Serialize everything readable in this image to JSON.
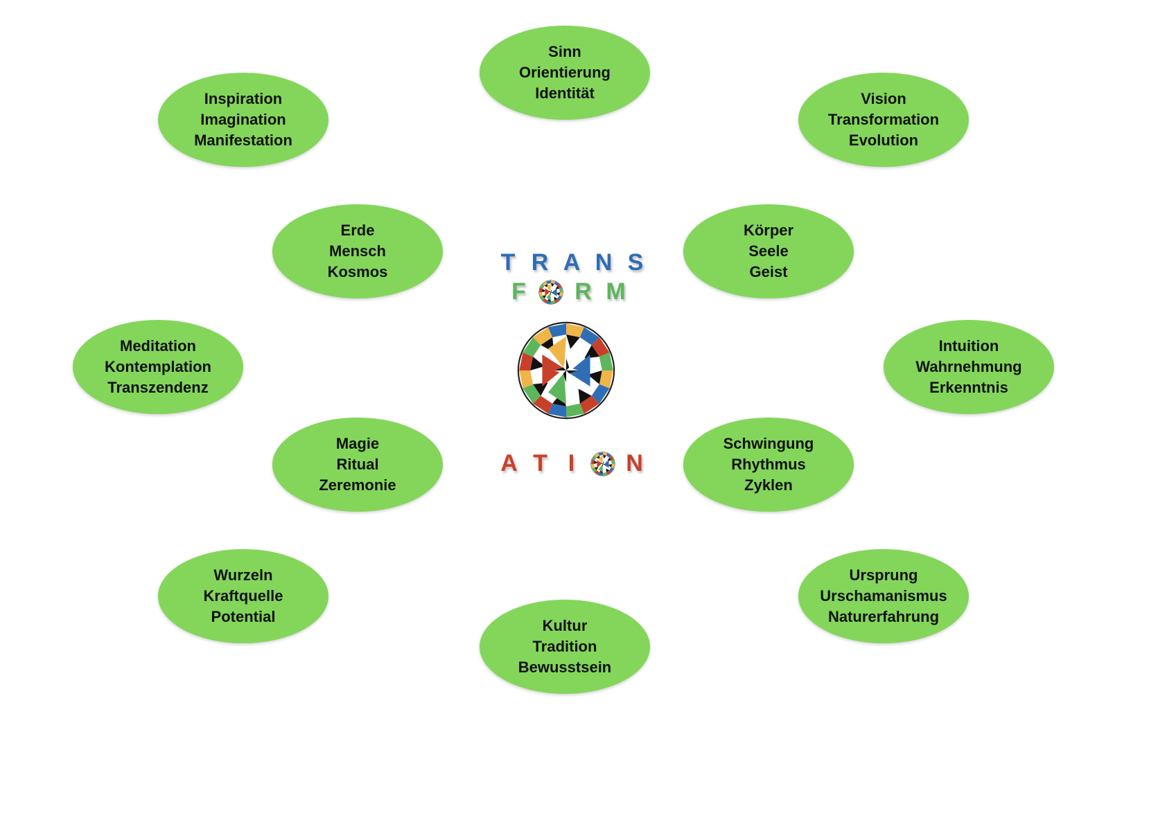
{
  "nodes": [
    {
      "lines": [
        "Sinn",
        "Orientierung",
        "Identität"
      ]
    },
    {
      "lines": [
        "Inspiration",
        "Imagination",
        "Manifestation"
      ]
    },
    {
      "lines": [
        "Vision",
        "Transformation",
        "Evolution"
      ]
    },
    {
      "lines": [
        "Erde",
        "Mensch",
        "Kosmos"
      ]
    },
    {
      "lines": [
        "Körper",
        "Seele",
        "Geist"
      ]
    },
    {
      "lines": [
        "Meditation",
        "Kontemplation",
        "Transzendenz"
      ]
    },
    {
      "lines": [
        "Intuition",
        "Wahrnehmung",
        "Erkenntnis"
      ]
    },
    {
      "lines": [
        "Magie",
        "Ritual",
        "Zeremonie"
      ]
    },
    {
      "lines": [
        "Schwingung",
        "Rhythmus",
        "Zyklen"
      ]
    },
    {
      "lines": [
        "Wurzeln",
        "Kraftquelle",
        "Potential"
      ]
    },
    {
      "lines": [
        "Ursprung",
        "Urschamanismus",
        "Naturerfahrung"
      ]
    },
    {
      "lines": [
        "Kultur",
        "Tradition",
        "Bewusstsein"
      ]
    }
  ],
  "logo": {
    "text": "TRANSFORMATION",
    "line1": [
      "T",
      "R",
      "A",
      "N",
      "S"
    ],
    "line2": [
      "F",
      "R",
      "M"
    ],
    "line3": [
      "A",
      "T",
      "I",
      "N"
    ]
  },
  "colors": {
    "node": "#83d65a",
    "blue": "#2f6db5",
    "green": "#5db65c",
    "red": "#c9402a",
    "yellow": "#f0b548"
  }
}
